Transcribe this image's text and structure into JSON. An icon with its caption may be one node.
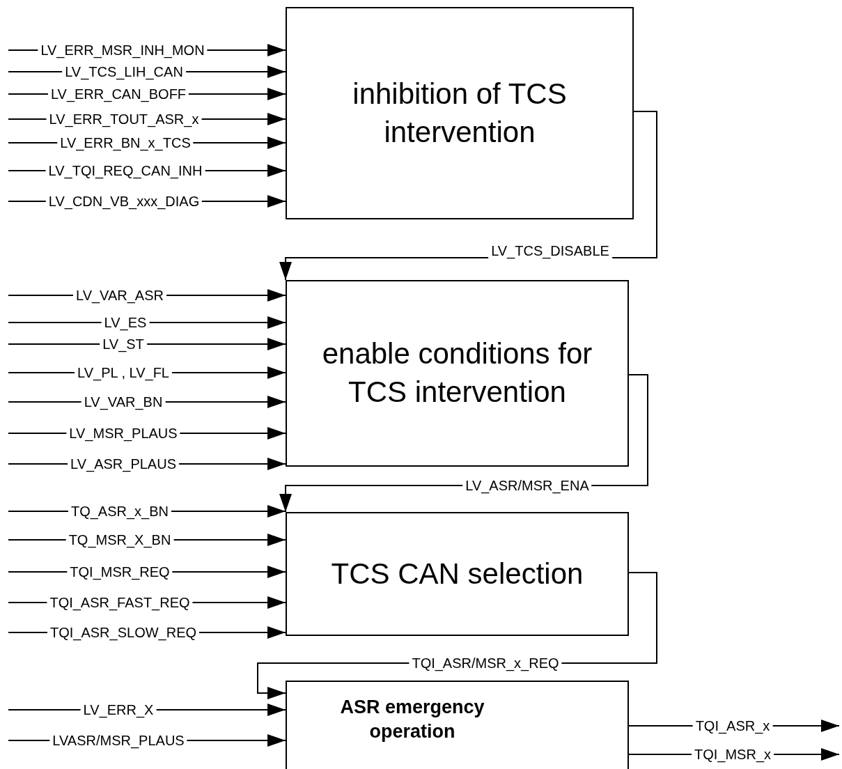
{
  "diagram": {
    "nodes": [
      {
        "text": [
          "inhibition of TCS intervention"
        ]
      },
      {
        "text": [
          "enable conditions for TCS intervention"
        ]
      },
      {
        "text": [
          "TCS CAN selection"
        ]
      },
      {
        "text": [
          "ASR emergency operation"
        ]
      }
    ],
    "edges": [
      {
        "from": null,
        "to": 0,
        "arrow": "to",
        "label": "LV_ERR_MSR_INH_MON"
      },
      {
        "from": null,
        "to": 0,
        "arrow": "to",
        "label": "LV_TCS_LIH_CAN"
      },
      {
        "from": null,
        "to": 0,
        "arrow": "to",
        "label": "LV_ERR_CAN_BOFF"
      },
      {
        "from": null,
        "to": 0,
        "arrow": "to",
        "label": "LV_ERR_TOUT_ASR_x"
      },
      {
        "from": null,
        "to": 0,
        "arrow": "to",
        "label": "LV_ERR_BN_x_TCS"
      },
      {
        "from": null,
        "to": 0,
        "arrow": "to",
        "label": "LV_TQI_REQ_CAN_INH"
      },
      {
        "from": null,
        "to": 0,
        "arrow": "to",
        "label": "LV_CDN_VB_xxx_DIAG"
      },
      {
        "from": 0,
        "to": 1,
        "arrow": "to",
        "label": "LV_TCS_DISABLE"
      },
      {
        "from": null,
        "to": 1,
        "arrow": "to",
        "label": "LV_VAR_ASR"
      },
      {
        "from": null,
        "to": 1,
        "arrow": "to",
        "label": "LV_ES"
      },
      {
        "from": null,
        "to": 1,
        "arrow": "to",
        "label": "LV_ST"
      },
      {
        "from": null,
        "to": 1,
        "arrow": "to",
        "label": "LV_PL , LV_FL"
      },
      {
        "from": null,
        "to": 1,
        "arrow": "to",
        "label": "LV_VAR_BN"
      },
      {
        "from": null,
        "to": 1,
        "arrow": "to",
        "label": "LV_MSR_PLAUS"
      },
      {
        "from": null,
        "to": 1,
        "arrow": "to",
        "label": "LV_ASR_PLAUS"
      },
      {
        "from": 1,
        "to": 2,
        "arrow": "to",
        "label": "LV_ASR/MSR_ENA"
      },
      {
        "from": null,
        "to": 2,
        "arrow": "to",
        "label": "TQ_ASR_x_BN"
      },
      {
        "from": null,
        "to": 2,
        "arrow": "to",
        "label": "TQ_MSR_X_BN"
      },
      {
        "from": null,
        "to": 2,
        "arrow": "to",
        "label": "TQI_MSR_REQ"
      },
      {
        "from": null,
        "to": 2,
        "arrow": "to",
        "label": "TQI_ASR_FAST_REQ"
      },
      {
        "from": null,
        "to": 2,
        "arrow": "to",
        "label": "TQI_ASR_SLOW_REQ"
      },
      {
        "from": 2,
        "to": 3,
        "arrow": "to",
        "label": "TQI_ASR/MSR_x_REQ"
      },
      {
        "from": null,
        "to": 3,
        "arrow": "to",
        "label": "LV_ERR_X"
      },
      {
        "from": null,
        "to": 3,
        "arrow": "to",
        "label": "LVASR/MSR_PLAUS"
      },
      {
        "from": 3,
        "to": null,
        "arrow": "to",
        "label": "TQI_ASR_x"
      },
      {
        "from": 3,
        "to": null,
        "arrow": "to",
        "label": "TQI_MSR_x"
      }
    ]
  }
}
